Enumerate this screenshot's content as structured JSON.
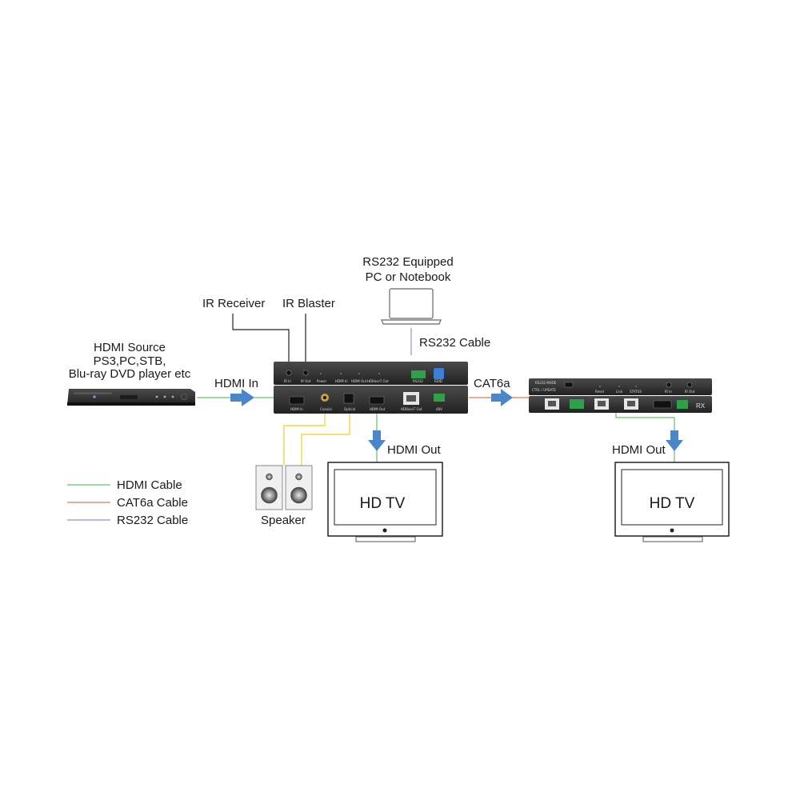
{
  "labels": {
    "source_title": "HDMI Source",
    "source_line2": "PS3,PC,STB,",
    "source_line3": "Blu-ray DVD player etc",
    "hdmi_in": "HDMI In",
    "ir_receiver": "IR Receiver",
    "ir_blaster": "IR Blaster",
    "pc_line1": "RS232 Equipped",
    "pc_line2": "PC or Notebook",
    "rs232_cable": "RS232 Cable",
    "cat6a": "CAT6a",
    "hdmi_out_left": "HDMI Out",
    "hdmi_out_right": "HDMI Out",
    "speaker": "Speaker",
    "tv_left": "HD TV",
    "tv_right": "HD TV",
    "rx_badge": "RX"
  },
  "legend": [
    {
      "label": "HDMI Cable",
      "color": "#6abf69"
    },
    {
      "label": "CAT6a Cable",
      "color": "#e0785a"
    },
    {
      "label": "RS232 Cable",
      "color": "#a58ac8"
    }
  ],
  "tx_top_ports": [
    "IR In",
    "IR Out",
    "Power",
    "HDMI In",
    "HDMI Out",
    "HDBaseT Out",
    "RS232",
    "EDID"
  ],
  "tx_front_ports": [
    "HDMI In",
    "Coaxial",
    "Optical",
    "HDMI Out",
    "HDBaseT Out",
    "48V"
  ],
  "rx_top_ports": [
    "RS232 MODE",
    "CTRL / UPDATE",
    "Reset",
    "Link",
    "STATUS",
    "IR In",
    "IR Out"
  ],
  "colors": {
    "hdmi": "#6abf69",
    "cat6a": "#e0785a",
    "rs232": "#a58ac8",
    "audio": "#f2d64a",
    "arrow": "#4a86c8",
    "device": "#2b2b2b"
  }
}
